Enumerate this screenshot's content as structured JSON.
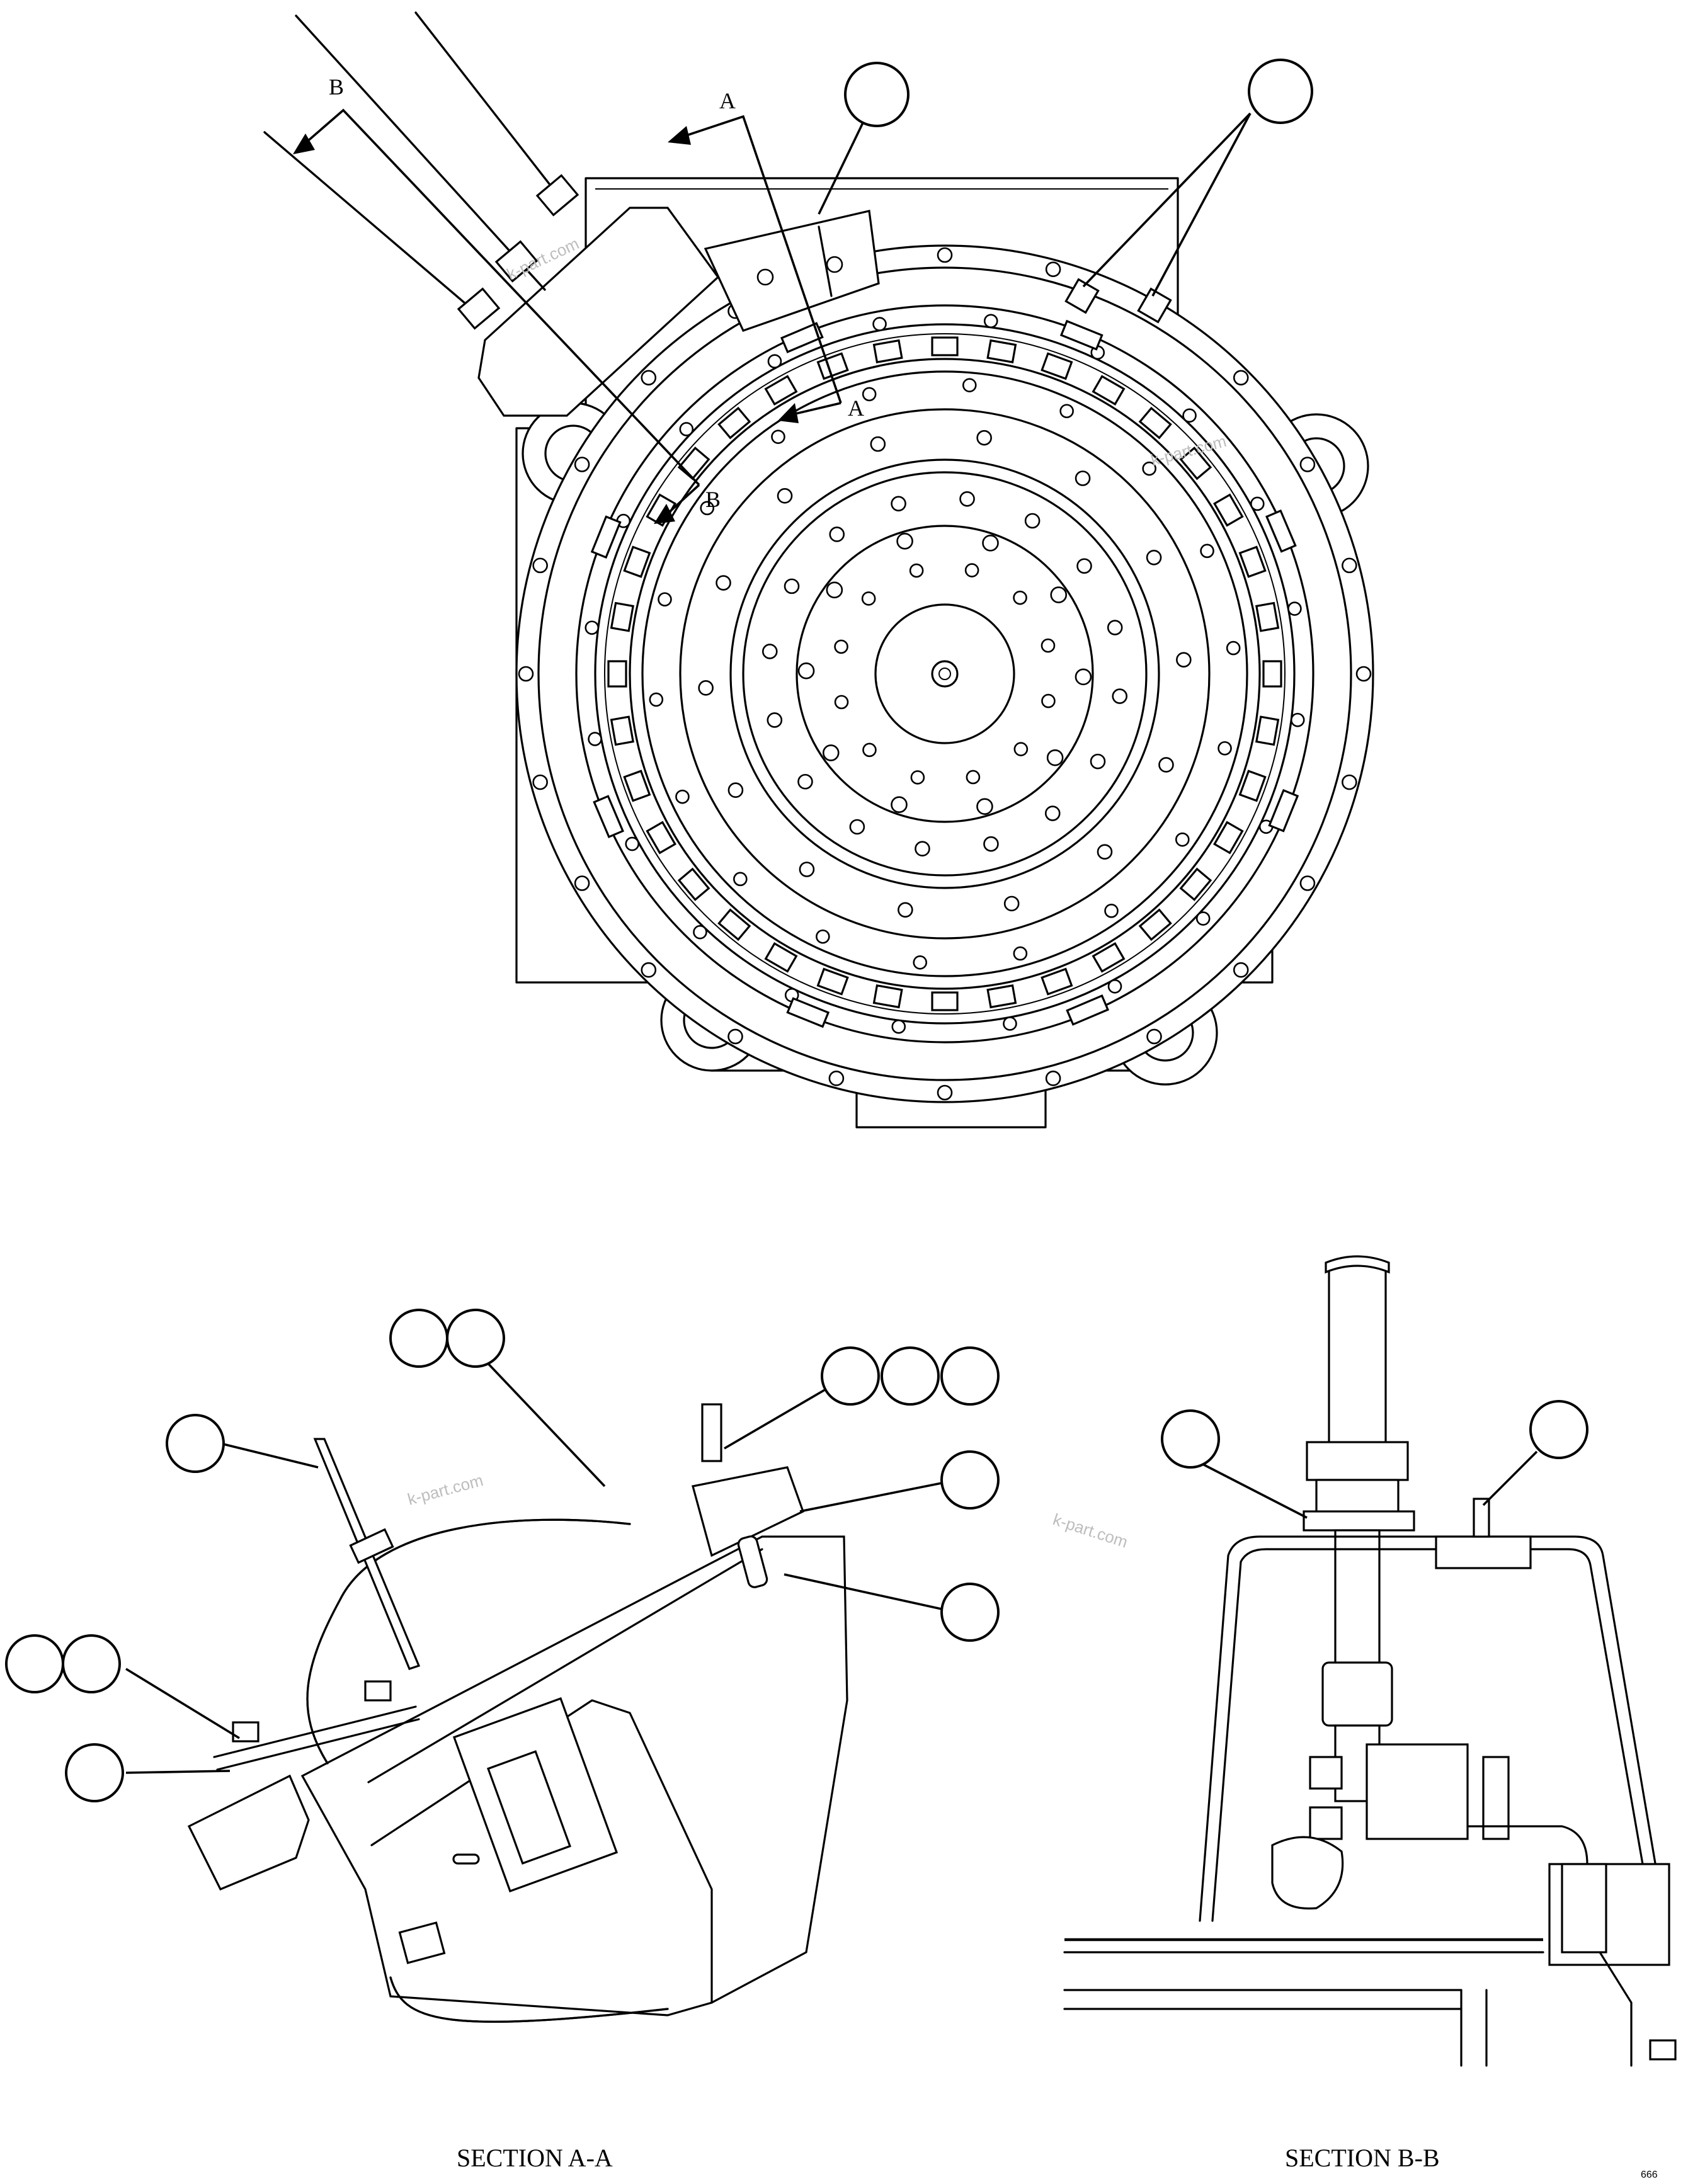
{
  "section_labels": {
    "a_a": "SECTION A-A",
    "b_b": "SECTION B-B"
  },
  "view_markers": {
    "a_upper": "A",
    "a_lower": "A",
    "b_upper": "B",
    "b_lower": "B"
  },
  "watermarks": [
    "k-part.com",
    "k-part.com",
    "k-part.com",
    "k-part.com"
  ],
  "reference_number": "666"
}
